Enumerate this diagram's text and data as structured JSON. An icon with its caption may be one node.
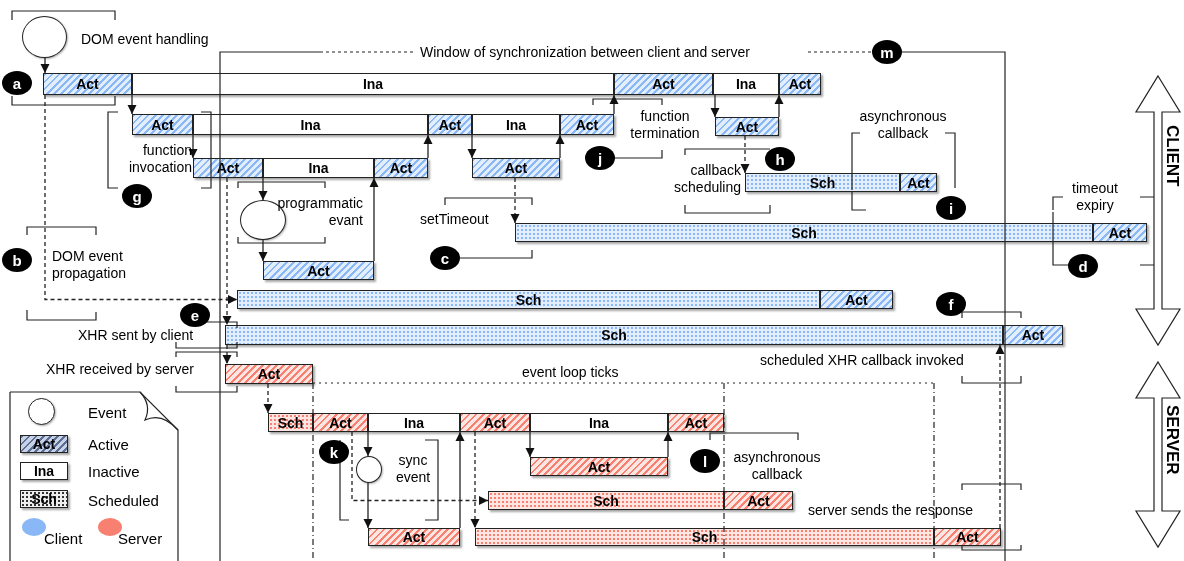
{
  "diagram": {
    "nodes": [
      {
        "text": [],
        "shape": "circle",
        "beside": [
          "DOM event handling"
        ]
      },
      {
        "text": [
          "Act"
        ]
      },
      {
        "text": [
          "Ina"
        ]
      },
      {
        "text": [
          "Act"
        ]
      },
      {
        "text": [
          "Ina"
        ]
      },
      {
        "text": [
          "Act"
        ]
      },
      {
        "text": [
          "Act"
        ]
      },
      {
        "text": [
          "Ina"
        ]
      },
      {
        "text": [
          "Act"
        ]
      },
      {
        "text": [
          "Ina"
        ]
      },
      {
        "text": [
          "Act"
        ]
      },
      {
        "text": [
          "Act"
        ]
      },
      {
        "text": [
          "Act"
        ]
      },
      {
        "text": [
          "Ina"
        ]
      },
      {
        "text": [
          "Act"
        ]
      },
      {
        "text": [
          "Act"
        ]
      },
      {
        "text": [
          "Sch"
        ]
      },
      {
        "text": [
          "Act"
        ]
      },
      {
        "text": [],
        "shape": "circle",
        "beside": [
          "programmatic evant"
        ]
      },
      {
        "text": [
          "Sch"
        ]
      },
      {
        "text": [
          "Act"
        ]
      },
      {
        "text": [
          "Act"
        ]
      },
      {
        "text": [
          "Sch"
        ]
      },
      {
        "text": [
          "Act"
        ]
      },
      {
        "text": [
          "Sch"
        ]
      },
      {
        "text": [
          "Act"
        ]
      },
      {
        "text": [
          "Act"
        ]
      },
      {
        "text": [
          "Sch"
        ]
      },
      {
        "text": [
          "Act"
        ]
      },
      {
        "text": [
          "Ina"
        ]
      },
      {
        "text": [
          "Act"
        ]
      },
      {
        "text": [
          "Ina"
        ]
      },
      {
        "text": [
          "Act"
        ]
      },
      {
        "text": [],
        "shape": "circle"
      },
      {
        "text": [
          "Act"
        ]
      },
      {
        "text": [
          "Sch"
        ]
      },
      {
        "text": [
          "Act"
        ]
      },
      {
        "text": [
          "Act"
        ]
      },
      {
        "text": [
          "Sch"
        ]
      },
      {
        "text": [
          "Act"
        ]
      }
    ],
    "edges": [
      {
        "from": 0,
        "to": 1,
        "arrow": "to"
      },
      {
        "from": 1,
        "to": 6,
        "arrow": "to"
      },
      {
        "from": 6,
        "to": 12,
        "arrow": "to"
      },
      {
        "from": 12,
        "to": 18,
        "arrow": "to"
      },
      {
        "from": 18,
        "to": 21,
        "arrow": "to"
      },
      {
        "from": 21,
        "to": 14,
        "arrow": "to"
      },
      {
        "from": 14,
        "to": 8,
        "arrow": "to"
      },
      {
        "from": 8,
        "to": 15,
        "arrow": "to"
      },
      {
        "from": 15,
        "to": 10,
        "arrow": "to"
      },
      {
        "from": 10,
        "to": 3,
        "arrow": "to"
      },
      {
        "from": 3,
        "to": 11,
        "arrow": "to"
      },
      {
        "from": 11,
        "to": 5,
        "arrow": "to"
      },
      {
        "from": 11,
        "to": 16,
        "arrow": "to",
        "style": "dashed"
      },
      {
        "from": 15,
        "to": 19,
        "arrow": "to",
        "style": "dashed"
      },
      {
        "from": 1,
        "to": 22,
        "arrow": "to",
        "style": "dashed"
      },
      {
        "from": 12,
        "to": 24,
        "arrow": "to",
        "style": "dashed"
      },
      {
        "from": 24,
        "to": 26,
        "arrow": "to",
        "style": "dashed"
      },
      {
        "from": 26,
        "to": 27,
        "arrow": "to",
        "style": "dashed"
      },
      {
        "from": 28,
        "to": 33,
        "arrow": "to"
      },
      {
        "from": 33,
        "to": 37,
        "arrow": "to"
      },
      {
        "from": 28,
        "to": 35,
        "arrow": "to",
        "style": "dashed"
      },
      {
        "from": 37,
        "to": 30,
        "arrow": "to"
      },
      {
        "from": 30,
        "to": 38,
        "arrow": "to",
        "style": "dashed"
      },
      {
        "from": 30,
        "to": 34,
        "arrow": "to"
      },
      {
        "from": 34,
        "to": 32,
        "arrow": "to"
      },
      {
        "from": 39,
        "to": 25,
        "arrow": "to",
        "style": "dashed"
      }
    ],
    "labels": [
      "Window of synchronization between client and server",
      "m",
      "a",
      "function termination",
      "asynchronous callback",
      "function invocation",
      "j",
      "h",
      "callback scheduling",
      "g",
      "timeout expiry",
      "i",
      "setTimeout",
      "b",
      "DOM event propagation",
      "c",
      "d",
      "f",
      "e",
      "XHR sent by client",
      "scheduled XHR callback invoked",
      "XHR received by server",
      "event loop ticks",
      "k",
      "sync event",
      "l",
      "asynchronous callback",
      "server sends the response",
      "CLIENT",
      "SERVER",
      "Act",
      "Ina",
      "Sch"
    ],
    "legend": [
      {
        "text": "Event"
      },
      {
        "text": "Active"
      },
      {
        "text": "Inactive"
      },
      {
        "text": "Scheduled"
      },
      {
        "text": "Client",
        "color": "#8ab8f6"
      },
      {
        "text": "Server",
        "color": "#f88070"
      }
    ]
  }
}
